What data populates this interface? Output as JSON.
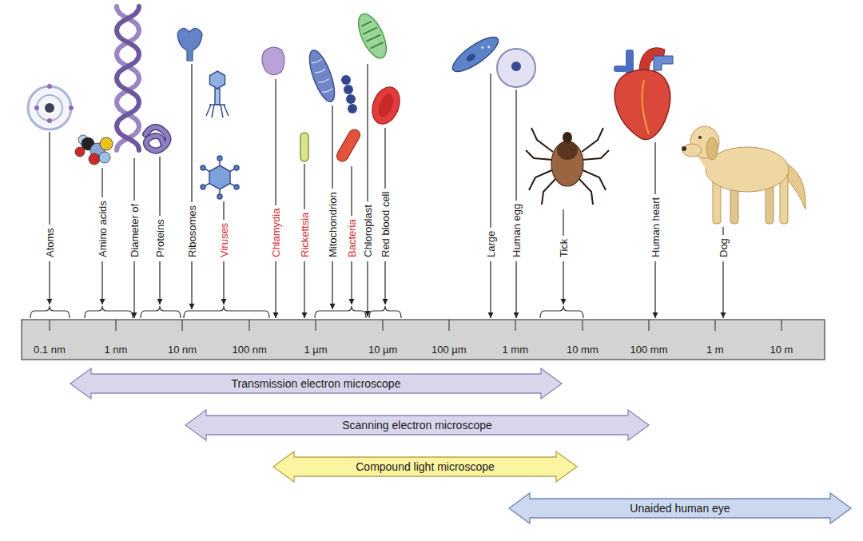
{
  "diagram": {
    "nodes": [
      {
        "text": [
          "Transmission electron microscope"
        ]
      },
      {
        "text": [
          "Scanning electron microscope"
        ]
      },
      {
        "text": [
          "Compound light microscope"
        ]
      },
      {
        "text": [
          "Unaided human eye"
        ]
      }
    ],
    "labels": [
      "Atoms",
      "Amino acids",
      "Diameter of",
      "Proteins",
      "Ribosomes",
      "Viruses",
      "Chlamydia",
      "Rickettsia",
      "Mitochondrion",
      "Bacteria",
      "Chloroplast",
      "Red blood cell",
      "Large",
      "Human egg",
      "Tick",
      "Human heart",
      "Dog",
      "0.1 nm",
      "1 nm",
      "10 nm",
      "100 nm",
      "1 µm",
      "10 µm",
      "100 µm",
      "1 mm",
      "10 mm",
      "100 mm",
      "1 m",
      "10 m"
    ]
  }
}
